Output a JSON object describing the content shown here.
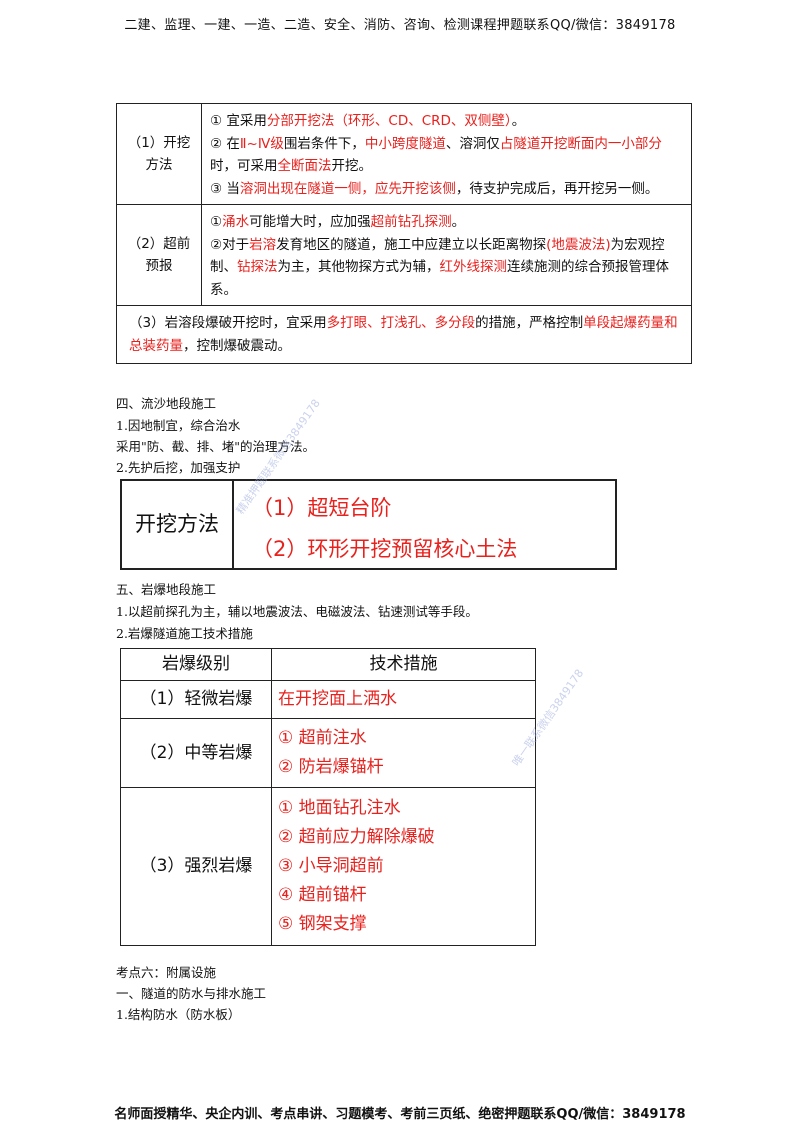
{
  "header": "二建、监理、一建、一造、二造、安全、消防、咨询、检测课程押题联系QQ/微信：3849178",
  "footer": "名师面授精华、央企内训、考点串讲、习题模考、考前三页纸、绝密押题联系QQ/微信：3849178",
  "table1": {
    "row1": {
      "label": "（1）开挖方法",
      "l1": [
        "① 宜采用",
        "分部开挖法（环形、CD、CRD、双侧壁）",
        "。"
      ],
      "l2": [
        "② 在",
        "Ⅱ~Ⅳ级",
        "围岩条件下，",
        "中小跨度隧道",
        "、溶洞仅",
        "占隧道开挖断面内一小部分",
        "时，可采用",
        "全断面法",
        "开挖。"
      ],
      "l3": [
        "③ 当",
        "溶洞出现在隧道一侧，应先开挖该侧",
        "，待支护完成后，再开挖另一侧。"
      ]
    },
    "row2": {
      "label": "（2）超前预报",
      "l1": [
        "①",
        "涌水",
        "可能增大时，应加强",
        "超前钻孔探测",
        "。"
      ],
      "l2": [
        "②对于",
        "岩溶",
        "发育地区的隧道，施工中应建立以长距离物探",
        "(地震波法)",
        "为宏观控制、",
        "钻探法",
        "为主，其他物探方式为辅，",
        "红外线探测",
        "连续施测的综合预报管理体系。"
      ]
    },
    "row3": [
      "（3）岩溶段爆破开挖时，宜采用",
      "多打眼、打浅孔、多分段",
      "的措施，严格控制",
      "单段起爆药量和总装药量",
      "，控制爆破震动。"
    ]
  },
  "section4": {
    "title": "四、流沙地段施工",
    "p1": "1.因地制宜，综合治水",
    "p2": "采用\"防、截、排、堵\"的治理方法。",
    "p3": "2.先护后挖，加强支护"
  },
  "box2": {
    "label": "开挖方法",
    "opt1": "（1）超短台阶",
    "opt2": "（2）环形开挖预留核心土法"
  },
  "section5": {
    "title": "五、岩爆地段施工",
    "p1": "1.以超前探孔为主，辅以地震波法、电磁波法、钻速测试等手段。",
    "p2": "2.岩爆隧道施工技术措施"
  },
  "table3": {
    "head_level": "岩爆级别",
    "head_measure": "技术措施",
    "rows": [
      {
        "level": "（1）轻微岩爆",
        "measures": [
          "在开挖面上洒水"
        ]
      },
      {
        "level": "（2）中等岩爆",
        "measures": [
          "① 超前注水",
          "② 防岩爆锚杆"
        ]
      },
      {
        "level": "（3）强烈岩爆",
        "measures": [
          "① 地面钻孔注水",
          "② 超前应力解除爆破",
          "③ 小导洞超前",
          "④ 超前锚杆",
          "⑤ 钢架支撑"
        ]
      }
    ]
  },
  "section6": {
    "title": "考点六：附属设施",
    "p1": "一、隧道的防水与排水施工",
    "p2": "1.结构防水（防水板）"
  },
  "watermark1": "精准押题联系微信3849178",
  "watermark2": "唯一联系微信3849178"
}
